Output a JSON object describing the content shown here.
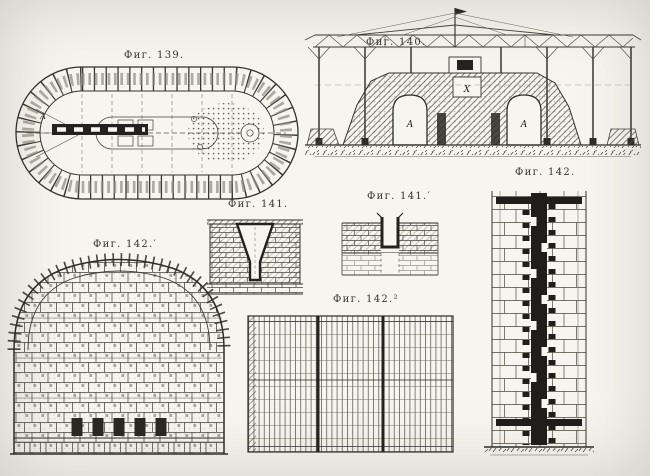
{
  "page": {
    "kind": "engraved technical plate",
    "paper_color": "#f7f5ef",
    "ink_color": "#2e2c27"
  },
  "figures": {
    "fig139": {
      "label": "Фиг. 139.",
      "annotations": {
        "a": "A"
      }
    },
    "fig140": {
      "label": "Фиг. 140.",
      "annotations": {
        "left": "A",
        "center": "X",
        "right": "A"
      }
    },
    "fig141": {
      "label": "Фиг. 141."
    },
    "fig141p": {
      "label": "Фиг. 141.′"
    },
    "fig142": {
      "label": "Фиг. 142."
    },
    "fig142p": {
      "label": "Фиг. 142.′"
    },
    "fig142q": {
      "label": "Фиг. 142.²"
    }
  }
}
